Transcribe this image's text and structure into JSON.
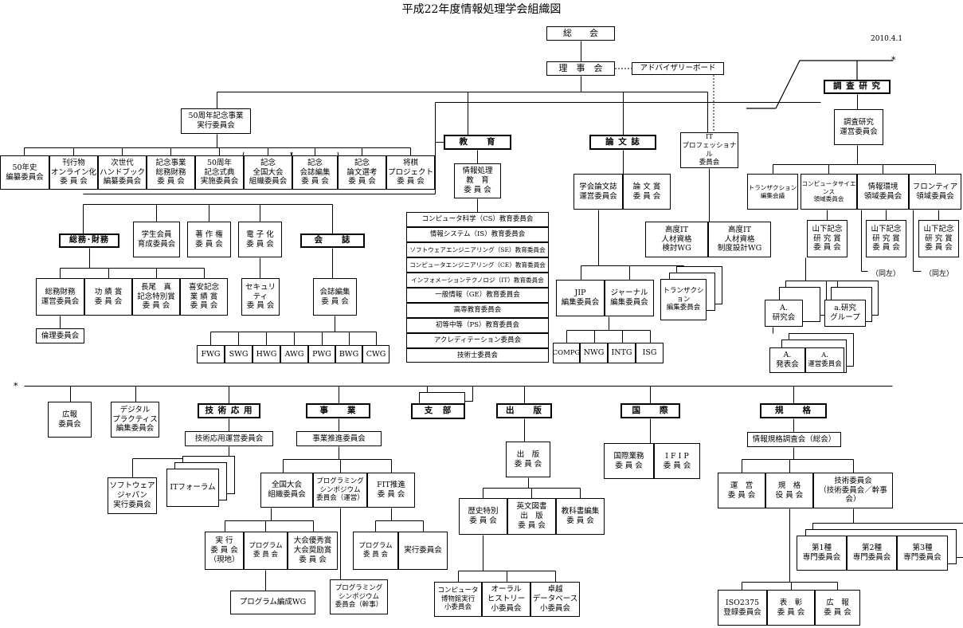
{
  "title": "平成22年度情報処理学会組織図",
  "date": "2010.4.1",
  "asterisk": "*",
  "top": {
    "soukai": "総　　会",
    "rijikai": "理　事　会",
    "advisory": "アドバイザリーボード"
  },
  "anniv": {
    "main": "50周年記念事業\n実行委員会",
    "items": [
      "50年史\n編纂委員会",
      "刊行物\nオンライン化\n委 員 会",
      "次世代\nハンドブック\n編纂委員会",
      "記念事業\n総務財務\n委 員 会",
      "50周年\n記念式典\n実施委員会",
      "記念\n全国大会\n組織委員会",
      "記念\n会誌編集\n委 員 会",
      "記念\n論文選考\n委 員 会",
      "将棋\nプロジェクト\n委 員 会"
    ]
  },
  "soumu": {
    "header": "総務･財務",
    "items": [
      "総務財務\n運営委員会",
      "功 績 賞\n委 員 会",
      "長尾　真\n記念特別賞\n委 員 会",
      "喜安記念\n業 績 賞\n委 員 会"
    ],
    "rinri": "倫理委員会",
    "gakusei": "学生会員\n育成委員会",
    "chosaku": "著 作 権\n委 員 会",
    "denshi": "電 子 化\n委 員 会",
    "security": "セキュリティ\n委 員 会"
  },
  "kaishi": {
    "header": "会　　誌",
    "henshu": "会誌編集\n委 員 会",
    "wgs": [
      "FWG",
      "SWG",
      "HWG",
      "AWG",
      "PWG",
      "BWG",
      "CWG"
    ]
  },
  "kyoiku": {
    "header": "教　　育",
    "main": "情報処理\n教　育\n委 員 会",
    "list": [
      "コンピュータ科学（CS）教育委員会",
      "情報システム（IS）教育委員会",
      "ソフトウェアエンジニアリング（SE）教育委員会",
      "コンピュータエンジニアリング（CE）教育委員会",
      "インフォメーションテクノロジ（IT）教育委員会",
      "一般情報（GE）教育委員会",
      "高専教育委員会",
      "初等中等（PS）教育委員会",
      "アクレディテーション委員会",
      "技術士委員会"
    ]
  },
  "ronbun": {
    "header": "論 文 誌",
    "unei": "学会論文誌\n運営委員会",
    "sho": "論 文 賞\n委 員 会",
    "jip": "JIP\n編集委員会",
    "journal": "ジャーナル\n編集委員会",
    "trans": "トランザクション\n編集委員会",
    "wgs": [
      "COMPG",
      "NWG",
      "INTG",
      "ISG"
    ]
  },
  "it": {
    "header": "IT\nプロフェッショナル\n委員会",
    "items": [
      "高度IT\n人材資格\n検討WG",
      "高度IT\n人材資格\n制度設計WG"
    ]
  },
  "chosa": {
    "header": "調 査 研 究",
    "main": "調査研究\n運営委員会",
    "items": [
      "トランザクション\n編集会議",
      "コンピュータサイエンス\n領域委員会",
      "情報環境\n領域委員会",
      "フロンティア\n領域委員会"
    ],
    "yamashita": [
      "山下記念\n研 究 賞\n委 員 会",
      "山下記念\n研 究 賞\n委 員 会",
      "山下記念\n研 究 賞\n委 員 会"
    ],
    "doujou": [
      "（同左）",
      "（同左）"
    ],
    "kenkyukai": "A.\n研究会",
    "group": "a.研究\nグループ",
    "happyo": "A.\n発表会",
    "unei": "A.\n運営委員会"
  },
  "lower": {
    "kouhou": "広報\n委員会",
    "digital": "デジタル\nプラクティス\n編集委員会",
    "gijutsu": {
      "header": "技 術 応 用",
      "unei": "技術応用運営委員会",
      "sj": "ソフトウェア\nジャパン\n実行委員会",
      "forum": "ITフォーラム"
    },
    "jigyo": {
      "header": "事　　業",
      "suishin": "事業推進委員会",
      "items": [
        "全国大会\n組織委員会",
        "プログラミング\nシンポジウム\n委員会（運営）",
        "FIT推進\n委 員 会"
      ],
      "sub1": [
        "実 行\n委 員 会\n（現地）",
        "プログラム\n委 員 会",
        "大会優秀賞\n大会奨励賞\n委 員 会"
      ],
      "sub3": [
        "プログラム\n委 員 会",
        "実行委員会"
      ],
      "wg": "プログラム編成WG",
      "kanji": "プログラミング\nシンポジウム\n委員会（幹事）"
    },
    "shibu": "支　部",
    "shuppan": {
      "header": "出　　版",
      "main": "出　版\n委 員 会",
      "items": [
        "歴史特別\n委 員 会",
        "英文図書\n出　版\n委 員 会",
        "教科書編集\n委 員 会"
      ],
      "sub": [
        "コンピュータ\n博物館実行\n小委員会",
        "オーラル\nヒストリー\n小委員会",
        "卓越\nデータベース\n小委員会"
      ]
    },
    "kokusai": {
      "header": "国　　際",
      "items": [
        "国際業務\n委 員 会",
        "I F I P\n委 員 会"
      ]
    },
    "kikaku": {
      "header": "規　　格",
      "main": "情報規格調査会（総会）",
      "items": [
        "運　営\n委 員 会",
        "規　格\n役 員 会",
        "技術委員会\n（技術委員会／幹事会）"
      ],
      "senmon": [
        "第1種\n専門委員会",
        "第2種\n専門委員会",
        "第3種\n専門委員会"
      ],
      "bottom": [
        "ISO2375\n登録委員会",
        "表　彰\n委 員 会",
        "広　報\n委 員 会"
      ]
    }
  }
}
